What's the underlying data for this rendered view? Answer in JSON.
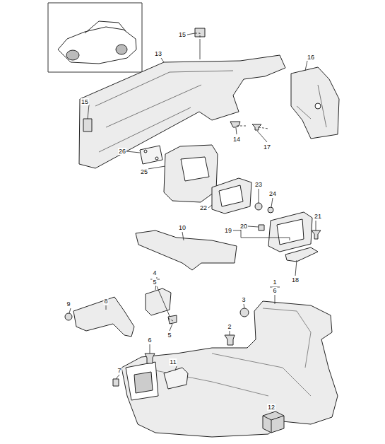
{
  "diagram": {
    "labels": [
      "15",
      "13",
      "16",
      "15",
      "14",
      "17",
      "26",
      "25",
      "23",
      "24",
      "22",
      "21",
      "20",
      "19",
      "10",
      "18",
      "1",
      "6",
      "4",
      "5",
      "3",
      "9",
      "8",
      "2",
      "6",
      "5",
      "7",
      "11",
      "12"
    ]
  }
}
